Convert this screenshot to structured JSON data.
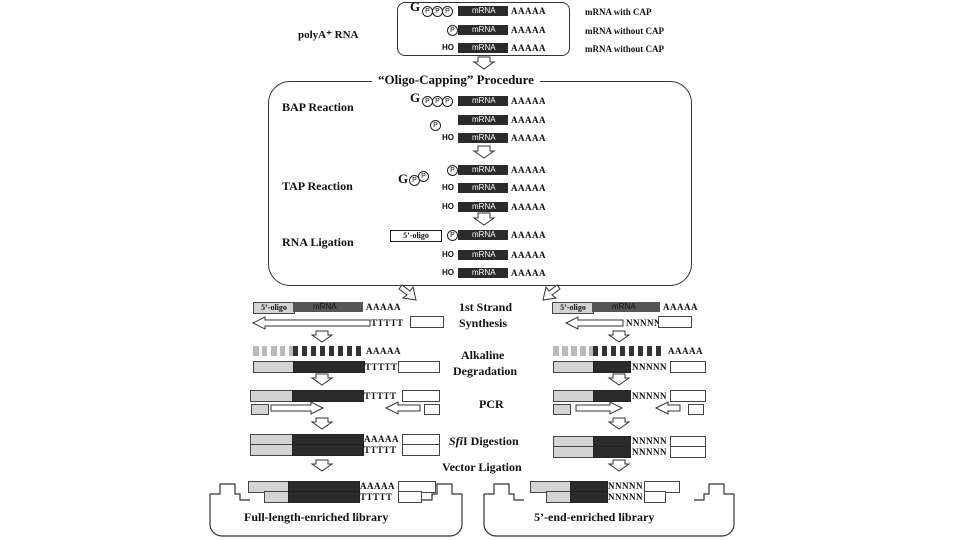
{
  "polyA_label": "polyA⁺ RNA",
  "mrna_text": "mRNA",
  "polyA_tail": "AAAAA",
  "polyT_tail": "TTTTT",
  "random_tail": "NNNNN",
  "legend": [
    "mRNA with CAP",
    "mRNA without CAP",
    "mRNA without CAP"
  ],
  "procedure_title": "“Oligo-Capping” Procedure",
  "steps": {
    "bap": "BAP Reaction",
    "tap": "TAP Reaction",
    "ligation": "RNA Ligation"
  },
  "oligo_label": "5’-oligo",
  "ho_label": "HO",
  "p_label": "P",
  "g_label": "G",
  "stage_labels": {
    "first_strand_1": "1st Strand",
    "first_strand_2": "Synthesis",
    "alkaline_1": "Alkaline",
    "alkaline_2": "Degradation",
    "pcr": "PCR",
    "sfi_italic": "Sfi",
    "sfi_rest": "I Digestion",
    "vector": "Vector Ligation"
  },
  "libraries": {
    "left": "Full-length-enriched library",
    "right": "5’-end-enriched library"
  }
}
